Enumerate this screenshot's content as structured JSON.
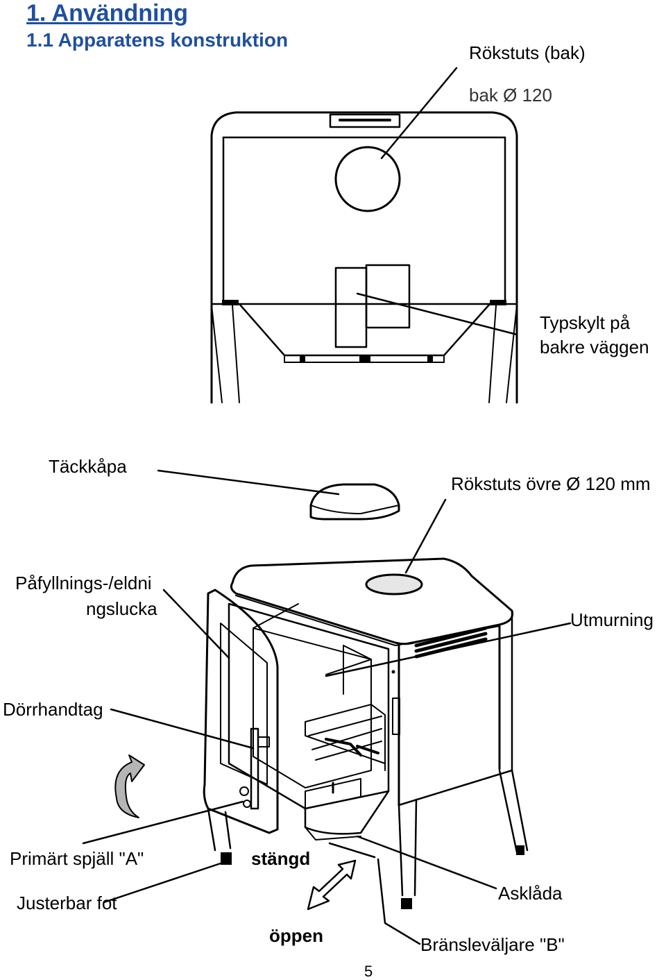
{
  "heading": {
    "section": "1. Användning",
    "subsection": "1.1 Apparatens konstruktion"
  },
  "labels": {
    "rear_flue": "Rökstuts (bak)",
    "rear_flue_partial": "bak Ø 120",
    "type_plate_line1": "Typskylt på",
    "type_plate_line2": "bakre väggen",
    "cover_cap": "Täckkåpa",
    "top_flue": "Rökstuts övre Ø 120 mm",
    "door_line1": "Påfyllnings-/eldni",
    "door_line2": "ngslucka",
    "lining": "Utmurning",
    "door_handle": "Dörrhandtag",
    "primary_damper": "Primärt spjäll \"A\"",
    "closed": "stängd",
    "adjustable_foot": "Justerbar fot",
    "ash_pan": "Asklåda",
    "open": "öppen",
    "fuel_selector": "Bränsleväljare \"B\""
  },
  "page_number": "5"
}
